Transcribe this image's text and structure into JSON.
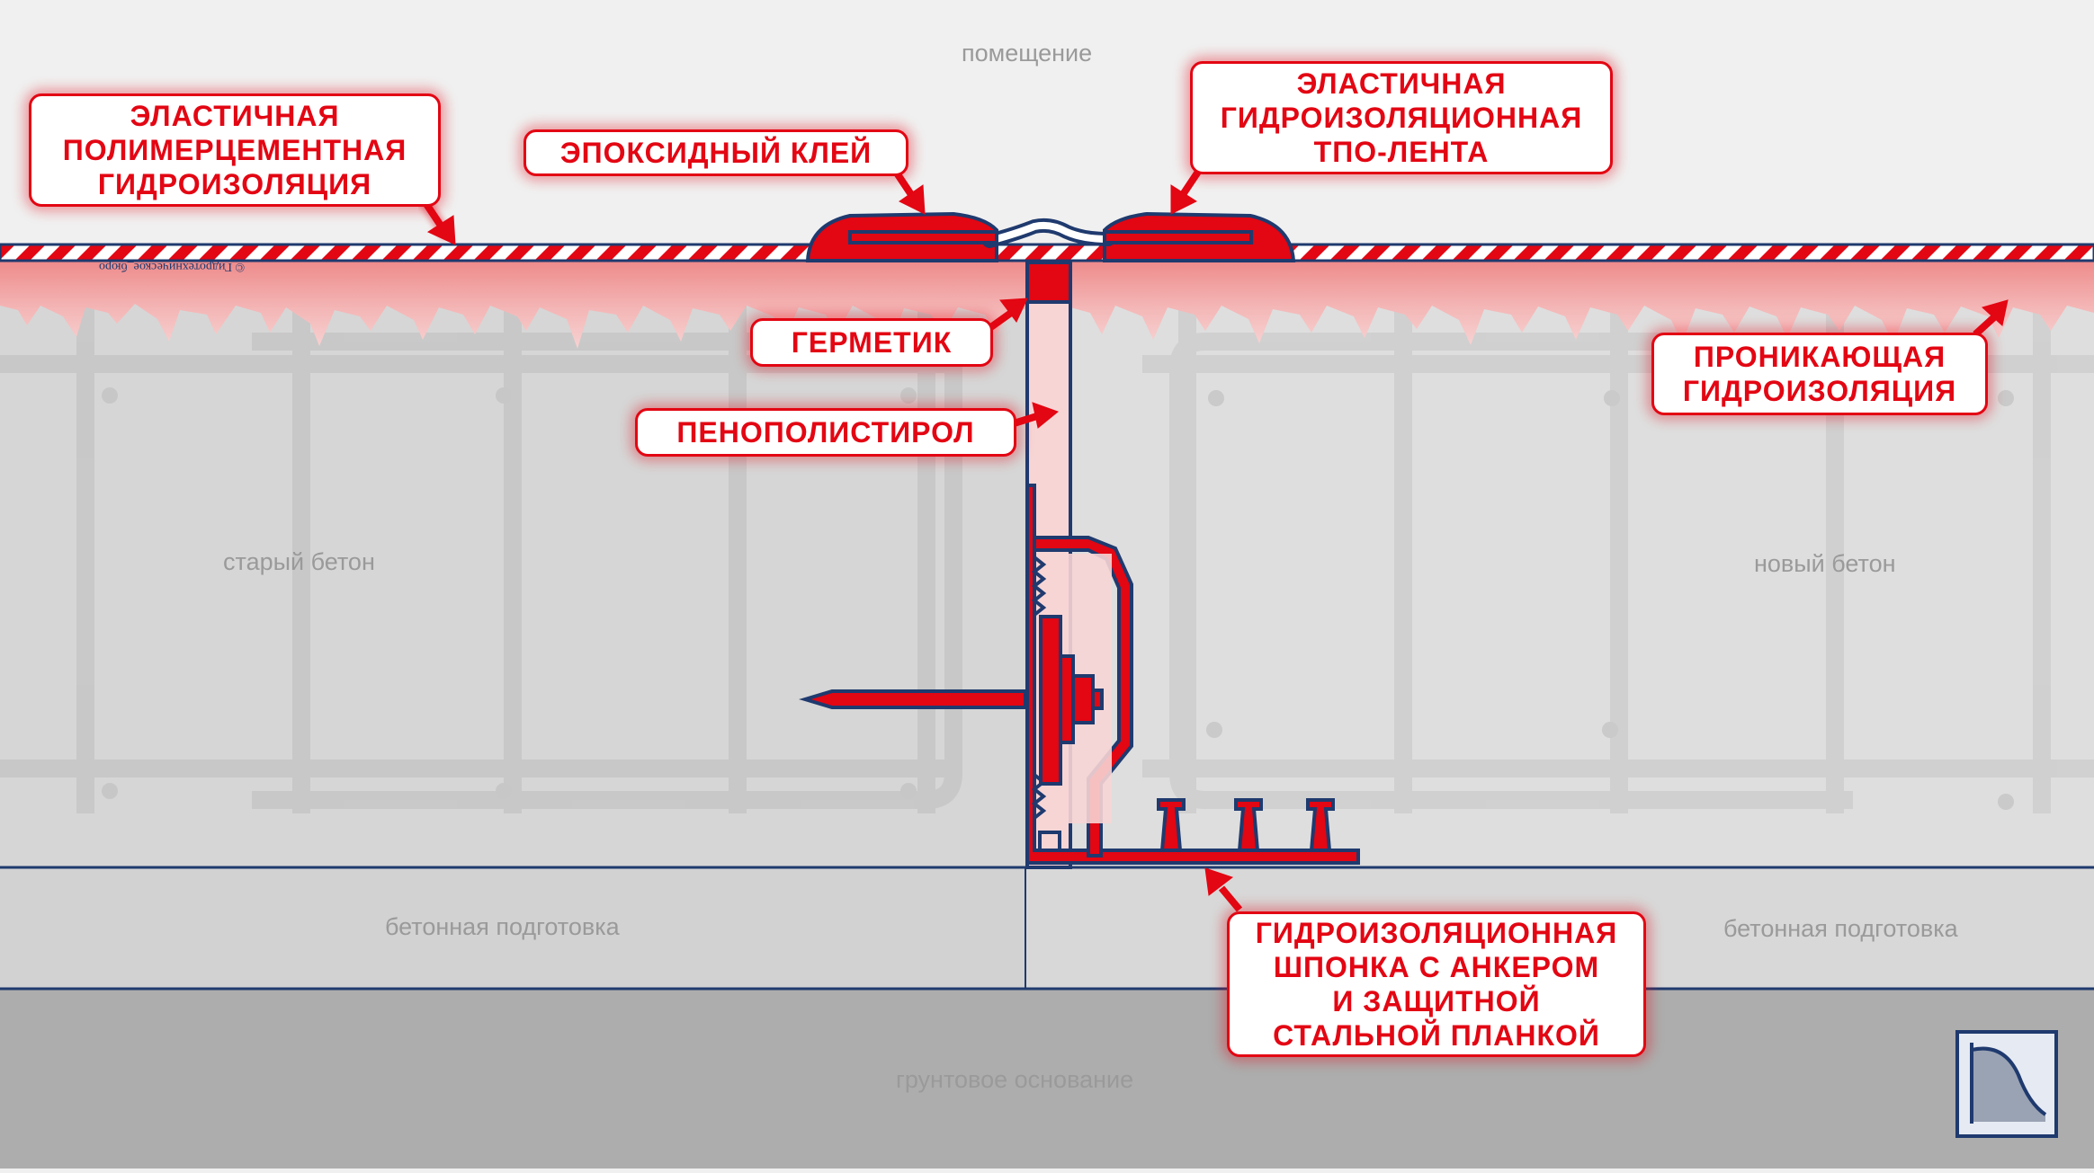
{
  "zones": {
    "room": "помещение",
    "old_concrete": "старый бетон",
    "new_concrete": "новый бетон",
    "prep_left": "бетонная подготовка",
    "prep_right": "бетонная подготовка",
    "ground": "грунтовое основание"
  },
  "callouts": {
    "polymer": [
      "ЭЛАСТИЧНАЯ",
      "ПОЛИМЕРЦЕМЕНТНАЯ",
      "ГИДРОИЗОЛЯЦИЯ"
    ],
    "epoxy": [
      "ЭПОКСИДНЫЙ КЛЕЙ"
    ],
    "tpo": [
      "ЭЛАСТИЧНАЯ",
      "ГИДРОИЗОЛЯЦИОННАЯ",
      "ТПО-ЛЕНТА"
    ],
    "sealant": [
      "ГЕРМЕТИК"
    ],
    "polystyrene": [
      "ПЕНОПОЛИСТИРОЛ"
    ],
    "penetrating": [
      "ПРОНИКАЮЩАЯ",
      "ГИДРОИЗОЛЯЦИЯ"
    ],
    "waterstop": [
      "ГИДРОИЗОЛЯЦИОННАЯ",
      "ШПОНКА С АНКЕРОМ",
      "И ЗАЩИТНОЙ",
      "СТАЛЬНОЙ ПЛАНКОЙ"
    ]
  },
  "watermark": "© Гидротехническое_бюро",
  "colors": {
    "accent_red": "#e30613",
    "outline_blue": "#1f3a6e",
    "room": "#f0f0f0",
    "concrete": "#dddddd",
    "prep": "#d4d4d4",
    "ground": "#adadad",
    "penetration": "#f3b9b9"
  },
  "icons": {
    "logo": "hydro-bureau-logo-icon"
  }
}
